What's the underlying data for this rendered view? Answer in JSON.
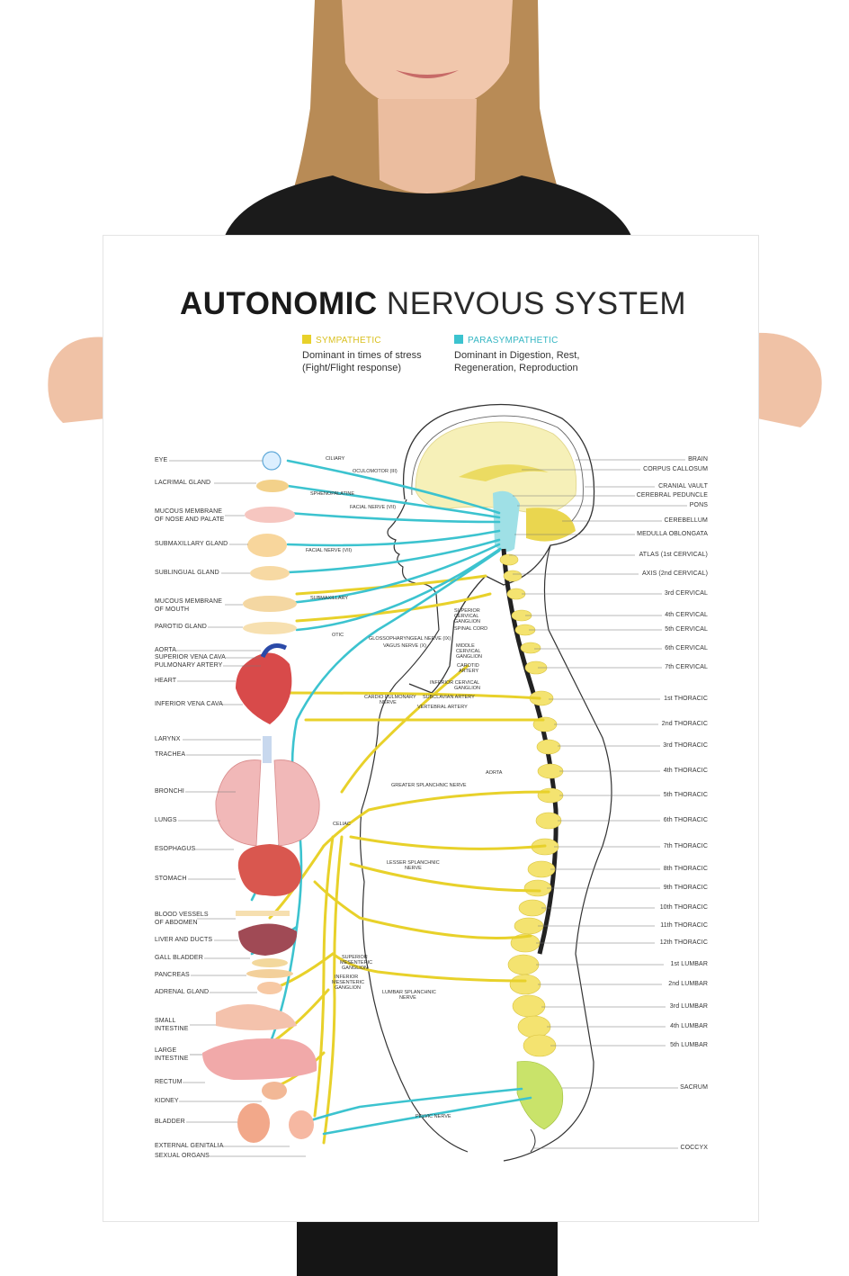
{
  "poster": {
    "title_bold": "AUTONOMIC",
    "title_light": "NERVOUS SYSTEM",
    "legend": [
      {
        "name": "SYMPATHETIC",
        "color": "#e8d12a",
        "desc_line1": "Dominant in times of stress",
        "desc_line2": "(Fight/Flight response)"
      },
      {
        "name": "PARASYMPATHETIC",
        "color": "#3cc3cf",
        "desc_line1": "Dominant in Digestion, Rest,",
        "desc_line2": "Regeneration, Reproduction"
      }
    ]
  },
  "left_labels": [
    "EYE",
    "LACRIMAL GLAND",
    "MUCOUS MEMBRANE",
    "OF NOSE AND PALATE",
    "SUBMAXILLARY GLAND",
    "SUBLINGUAL GLAND",
    "MUCOUS MEMBRANE",
    "OF MOUTH",
    "PAROTID GLAND",
    "AORTA",
    "SUPERIOR VENA CAVA",
    "PULMONARY ARTERY",
    "HEART",
    "INFERIOR VENA CAVA",
    "LARYNX",
    "TRACHEA",
    "BRONCHI",
    "LUNGS",
    "ESOPHAGUS",
    "STOMACH",
    "BLOOD VESSELS",
    "OF ABDOMEN",
    "LIVER AND DUCTS",
    "GALL BLADDER",
    "PANCREAS",
    "ADRENAL GLAND",
    "SMALL",
    "INTESTINE",
    "LARGE",
    "INTESTINE",
    "RECTUM",
    "KIDNEY",
    "BLADDER",
    "EXTERNAL GENITALIA",
    "SEXUAL ORGANS"
  ],
  "right_labels": [
    "BRAIN",
    "CORPUS CALLOSUM",
    "CRANIAL VAULT",
    "CEREBRAL PEDUNCLE",
    "PONS",
    "CEREBELLUM",
    "MEDULLA OBLONGATA",
    "ATLAS (1st CERVICAL)",
    "AXIS (2nd CERVICAL)",
    "3rd CERVICAL",
    "4th CERVICAL",
    "5th CERVICAL",
    "6th CERVICAL",
    "7th CERVICAL",
    "1st THORACIC",
    "2nd THORACIC",
    "3rd THORACIC",
    "4th THORACIC",
    "5th THORACIC",
    "6th THORACIC",
    "7th THORACIC",
    "8th THORACIC",
    "9th THORACIC",
    "10th THORACIC",
    "11th THORACIC",
    "12th THORACIC",
    "1st LUMBAR",
    "2nd LUMBAR",
    "3rd LUMBAR",
    "4th LUMBAR",
    "5th LUMBAR",
    "SACRUM",
    "COCCYX"
  ],
  "inner_labels": [
    "CILIARY",
    "OCULOMOTOR (III)",
    "SPHENOPALATINE",
    "FACIAL NERVE (VII)",
    "FACIAL NERVE (VII)",
    "SUBMAXILLARY",
    "OTIC",
    "GLOSSOPHARYNGEAL NERVE (IX)",
    "VAGUS NERVE (X)",
    "SUPERIOR",
    "CERVICAL",
    "GANGLION",
    "SPINAL CORD",
    "MIDDLE",
    "CERVICAL",
    "GANGLION",
    "CAROTID",
    "ARTERY",
    "INFERIOR CERVICAL",
    "GANGLION",
    "SUBCLAVIAN ARTERY",
    "VERTEBRAL ARTERY",
    "CARDIO PULMONARY",
    "NERVE",
    "AORTA",
    "GREATER SPLANCHNIC NERVE",
    "CELIAC",
    "LESSER SPLANCHNIC",
    "NERVE",
    "SUPERIOR",
    "MESENTERIC",
    "GANGLION",
    "INFERIOR",
    "MESENTERIC",
    "GANGLION",
    "LUMBAR SPLANCHNIC",
    "NERVE",
    "PELVIC NERVE"
  ]
}
